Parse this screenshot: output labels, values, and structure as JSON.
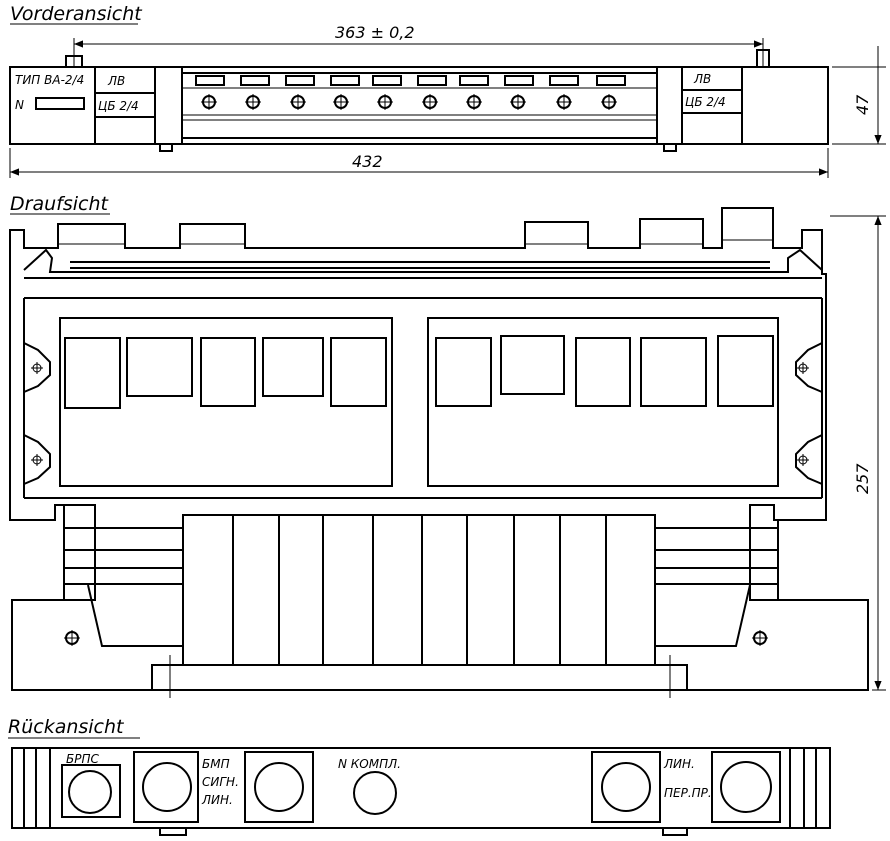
{
  "views": {
    "front": {
      "title": "Vorderansicht",
      "type_label": "ТИП ВА-2/4",
      "number_label": "N",
      "left_jack_top": "ЛВ",
      "left_jack_bottom": "ЦБ 2/4",
      "right_jack_top": "ЛВ",
      "right_jack_bottom": "ЦБ 2/4",
      "dim_pitch": "363 ± 0,2",
      "dim_length": "432",
      "dim_height": "47"
    },
    "top": {
      "title": "Draufsicht",
      "dim_depth": "257"
    },
    "back": {
      "title": "Rückansicht",
      "conn_brps": "БРПС",
      "conn_bmp": "БМП",
      "conn_sign": "СИГН.",
      "conn_lin_left": "ЛИН.",
      "conn_kompl": "N КОМПЛ.",
      "conn_lin_right": "ЛИН.",
      "conn_perpr": "ПЕР.ПР."
    }
  }
}
